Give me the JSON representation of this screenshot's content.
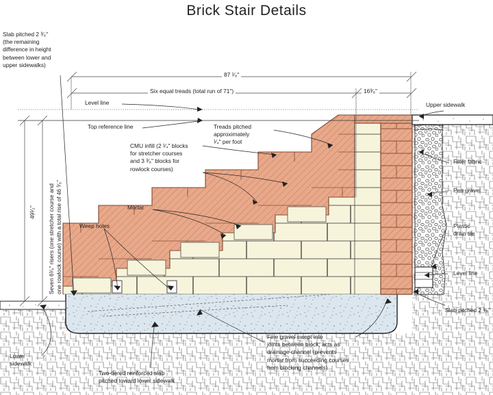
{
  "title": "Brick  Stair  Details",
  "dimensions": {
    "overall_run": "87 ¹⁄₈\"",
    "treads_run": "Six equal treads (total  run of 71\")",
    "upper_landing": "16³⁄₈\"",
    "total_height": "49¹⁄₂\"",
    "risers_note": "Seven 6¹⁄₈\" risers (one stretcher course and\none rowlock course) with a total rise of 46 ³⁄₈\""
  },
  "annotations": {
    "slab_pitched_left": "Slab pitched  2 ³⁄₈\"\n(the remaining\ndifference in height\nbetween lower and\nupper sidewalks)",
    "level_line_top": "Level line",
    "top_reference_line": "Top reference line",
    "treads_pitched": "Treads pitched\napproximately\n¹⁄₄\" per foot",
    "cmu_infill": "CMU infill  (2 ¹⁄₄\" blocks\nfor stretcher courses\nand 3 ³⁄₈\" blocks for\nrowlock courses)",
    "mortar": "Mortar",
    "weep_holes": "Weep holes",
    "upper_sidewalk": "Upper sidewalk",
    "filter_fabric": "Filter fabric",
    "pea_gravel": "Pea gravel",
    "plastic_drain_tile": "Plastic\ndrain tile",
    "level_line_right": "Level line",
    "slab_pitched_right": "Slab pitched  2 ³⁄₈\"",
    "lower_sidewalk": "Lower\nsidewalk",
    "two_tiered_slab": "Two-tiered reinforced slab\npitched toward lower sidewalk",
    "fine_gravel": "Fine gravel swept into\njoints between block; acts as\ndrainage channel (prevents\nmortar from succeeding courses\nfrom blocking channels)"
  },
  "colors": {
    "brick": "#e8a88a",
    "brick_edge": "#b0684a",
    "cmu": "#f7f4dc",
    "cmu_edge": "#6b6b63",
    "concrete": "#d9e3ec",
    "gravel": "#ffffff",
    "ground": "#ffffff",
    "line": "#222222"
  }
}
